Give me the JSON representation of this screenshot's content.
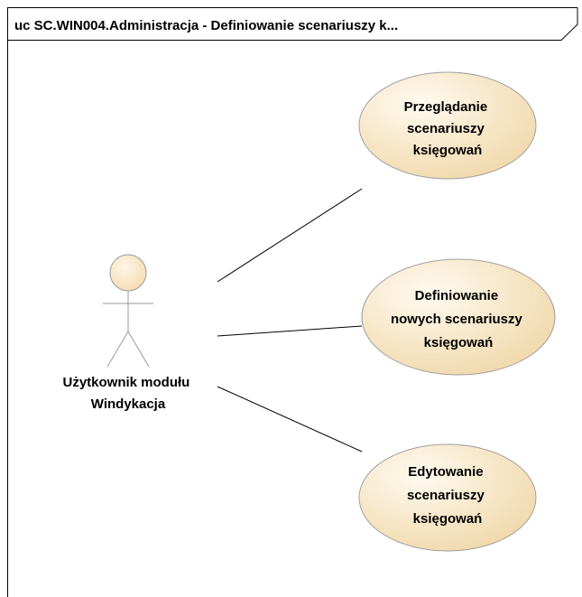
{
  "frame": {
    "title": "uc SC.WIN004.Administracja - Definiowanie scenariuszy k..."
  },
  "actor": {
    "name_lines": [
      "Użytkownik modułu",
      "Windykacja"
    ]
  },
  "use_cases": [
    {
      "id": "przegladanie",
      "lines": [
        "Przeglądanie",
        "scenariuszy",
        "księgowań"
      ]
    },
    {
      "id": "definiowanie",
      "lines": [
        "Definiowanie",
        "nowych scenariuszy",
        "księgowań"
      ]
    },
    {
      "id": "edytowanie",
      "lines": [
        "Edytowanie",
        "scenariuszy",
        "księgowań"
      ]
    }
  ],
  "colors": {
    "usecase_fill_light": "#fffaf0",
    "usecase_fill_dark": "#f1d9ac",
    "usecase_stroke": "#a0a0a0",
    "actor_head_fill": "#f5dcb4",
    "line": "#000000",
    "frame_stroke": "#000000"
  }
}
